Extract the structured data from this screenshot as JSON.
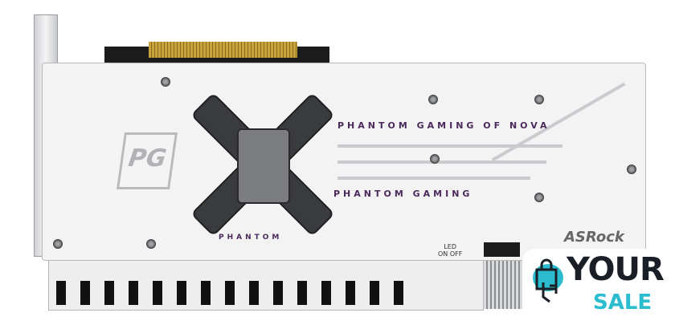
{
  "product": {
    "brand": "ASRock",
    "decor_lines": [
      "PHANTOM GAMING OF NOVA",
      "PHANTOM GAMING",
      "PHANTOM"
    ],
    "emblem": "PG",
    "led_switch": {
      "label": "LED",
      "on": "ON",
      "off": "OFF"
    }
  },
  "watermark": {
    "line1": "YOUR",
    "line2": "SALE",
    "colors": {
      "dark": "#1a1e26",
      "accent": "#2bbccf"
    }
  }
}
